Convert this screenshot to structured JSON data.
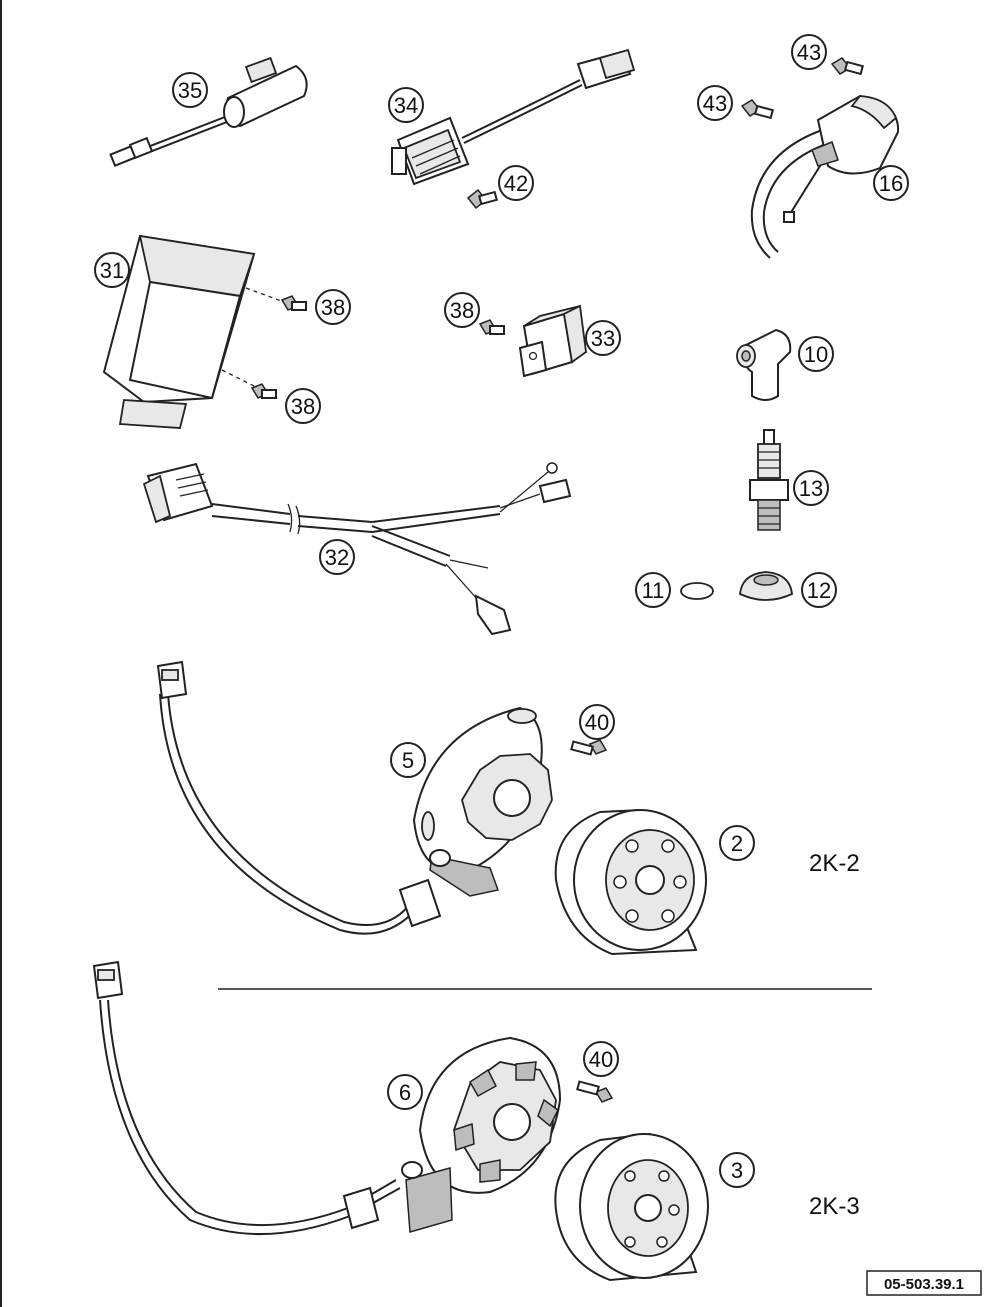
{
  "callouts": {
    "c35": "35",
    "c34": "34",
    "c42": "42",
    "c43a": "43",
    "c43b": "43",
    "c16": "16",
    "c31": "31",
    "c38a": "38",
    "c38b": "38",
    "c38c": "38",
    "c33": "33",
    "c10": "10",
    "c13": "13",
    "c32": "32",
    "c11": "11",
    "c12": "12",
    "c5": "5",
    "c40a": "40",
    "c2": "2",
    "c6": "6",
    "c40b": "40",
    "c3": "3"
  },
  "variants": {
    "top": "2K-2",
    "bottom": "2K-3"
  },
  "reference_code": "05-503.39.1"
}
